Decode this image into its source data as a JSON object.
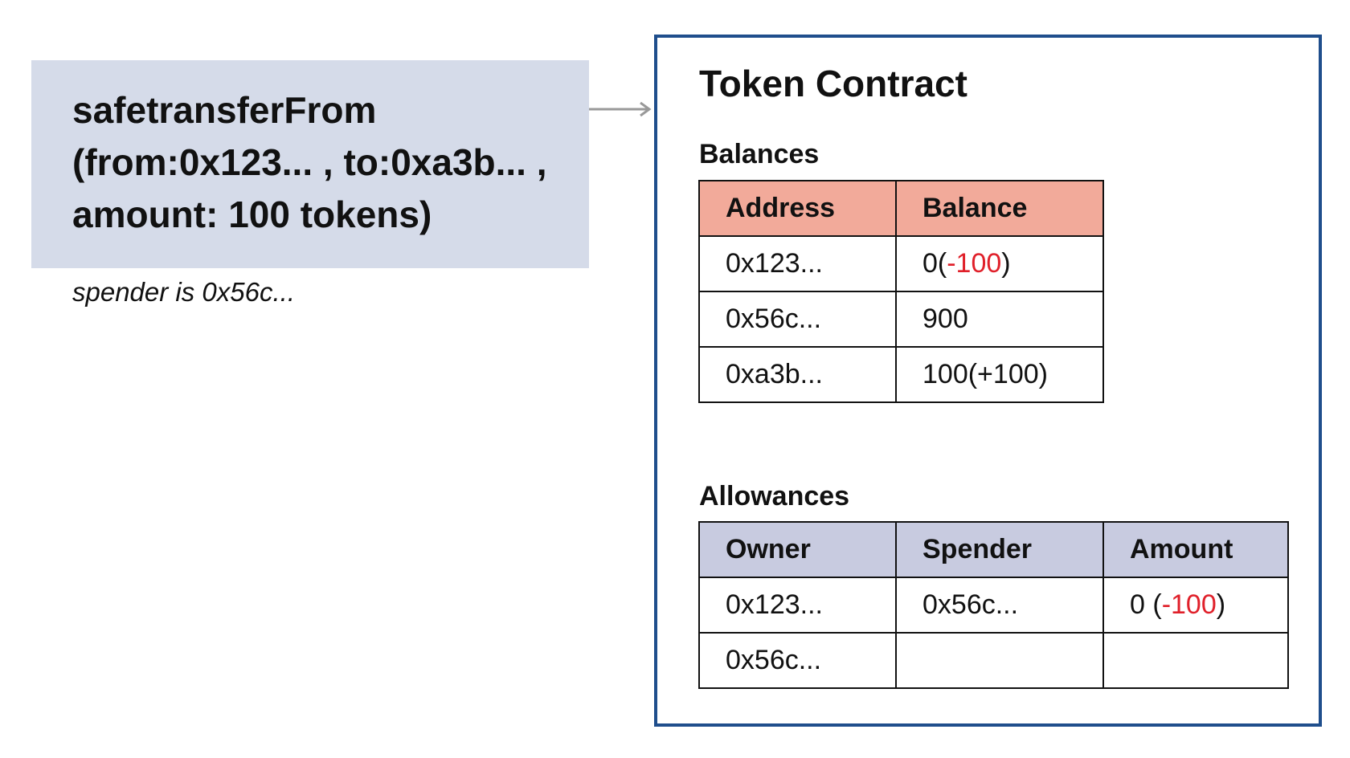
{
  "call": {
    "line1": "safetransferFrom",
    "line2": "(from:0x123... , to:0xa3b... ,",
    "line3": "amount: 100 tokens)"
  },
  "spender_note": "spender is 0x56c...",
  "contract": {
    "title": "Token Contract",
    "balances": {
      "label": "Balances",
      "headers": [
        "Address",
        "Balance"
      ],
      "rows": [
        {
          "address": "0x123...",
          "balance_base": "0(",
          "balance_change": "-100",
          "balance_close": ")"
        },
        {
          "address": "0x56c...",
          "balance_base": "900",
          "balance_change": "",
          "balance_close": ""
        },
        {
          "address": "0xa3b...",
          "balance_base": "100(+100)",
          "balance_change": "",
          "balance_close": ""
        }
      ]
    },
    "allowances": {
      "label": "Allowances",
      "headers": [
        "Owner",
        "Spender",
        "Amount"
      ],
      "rows": [
        {
          "owner": "0x123...",
          "spender": "0x56c...",
          "amount_base": "0 (",
          "amount_change": "-100",
          "amount_close": ")"
        },
        {
          "owner": "0x56c...",
          "spender": "",
          "amount_base": "",
          "amount_change": "",
          "amount_close": ""
        }
      ]
    }
  },
  "colors": {
    "call_box_bg": "#d5dbe9",
    "contract_border": "#1f4e8c",
    "balances_header_bg": "#f2aa9a",
    "allowances_header_bg": "#c8cbe0",
    "negative_change": "#e0202a",
    "arrow": "#999999"
  }
}
